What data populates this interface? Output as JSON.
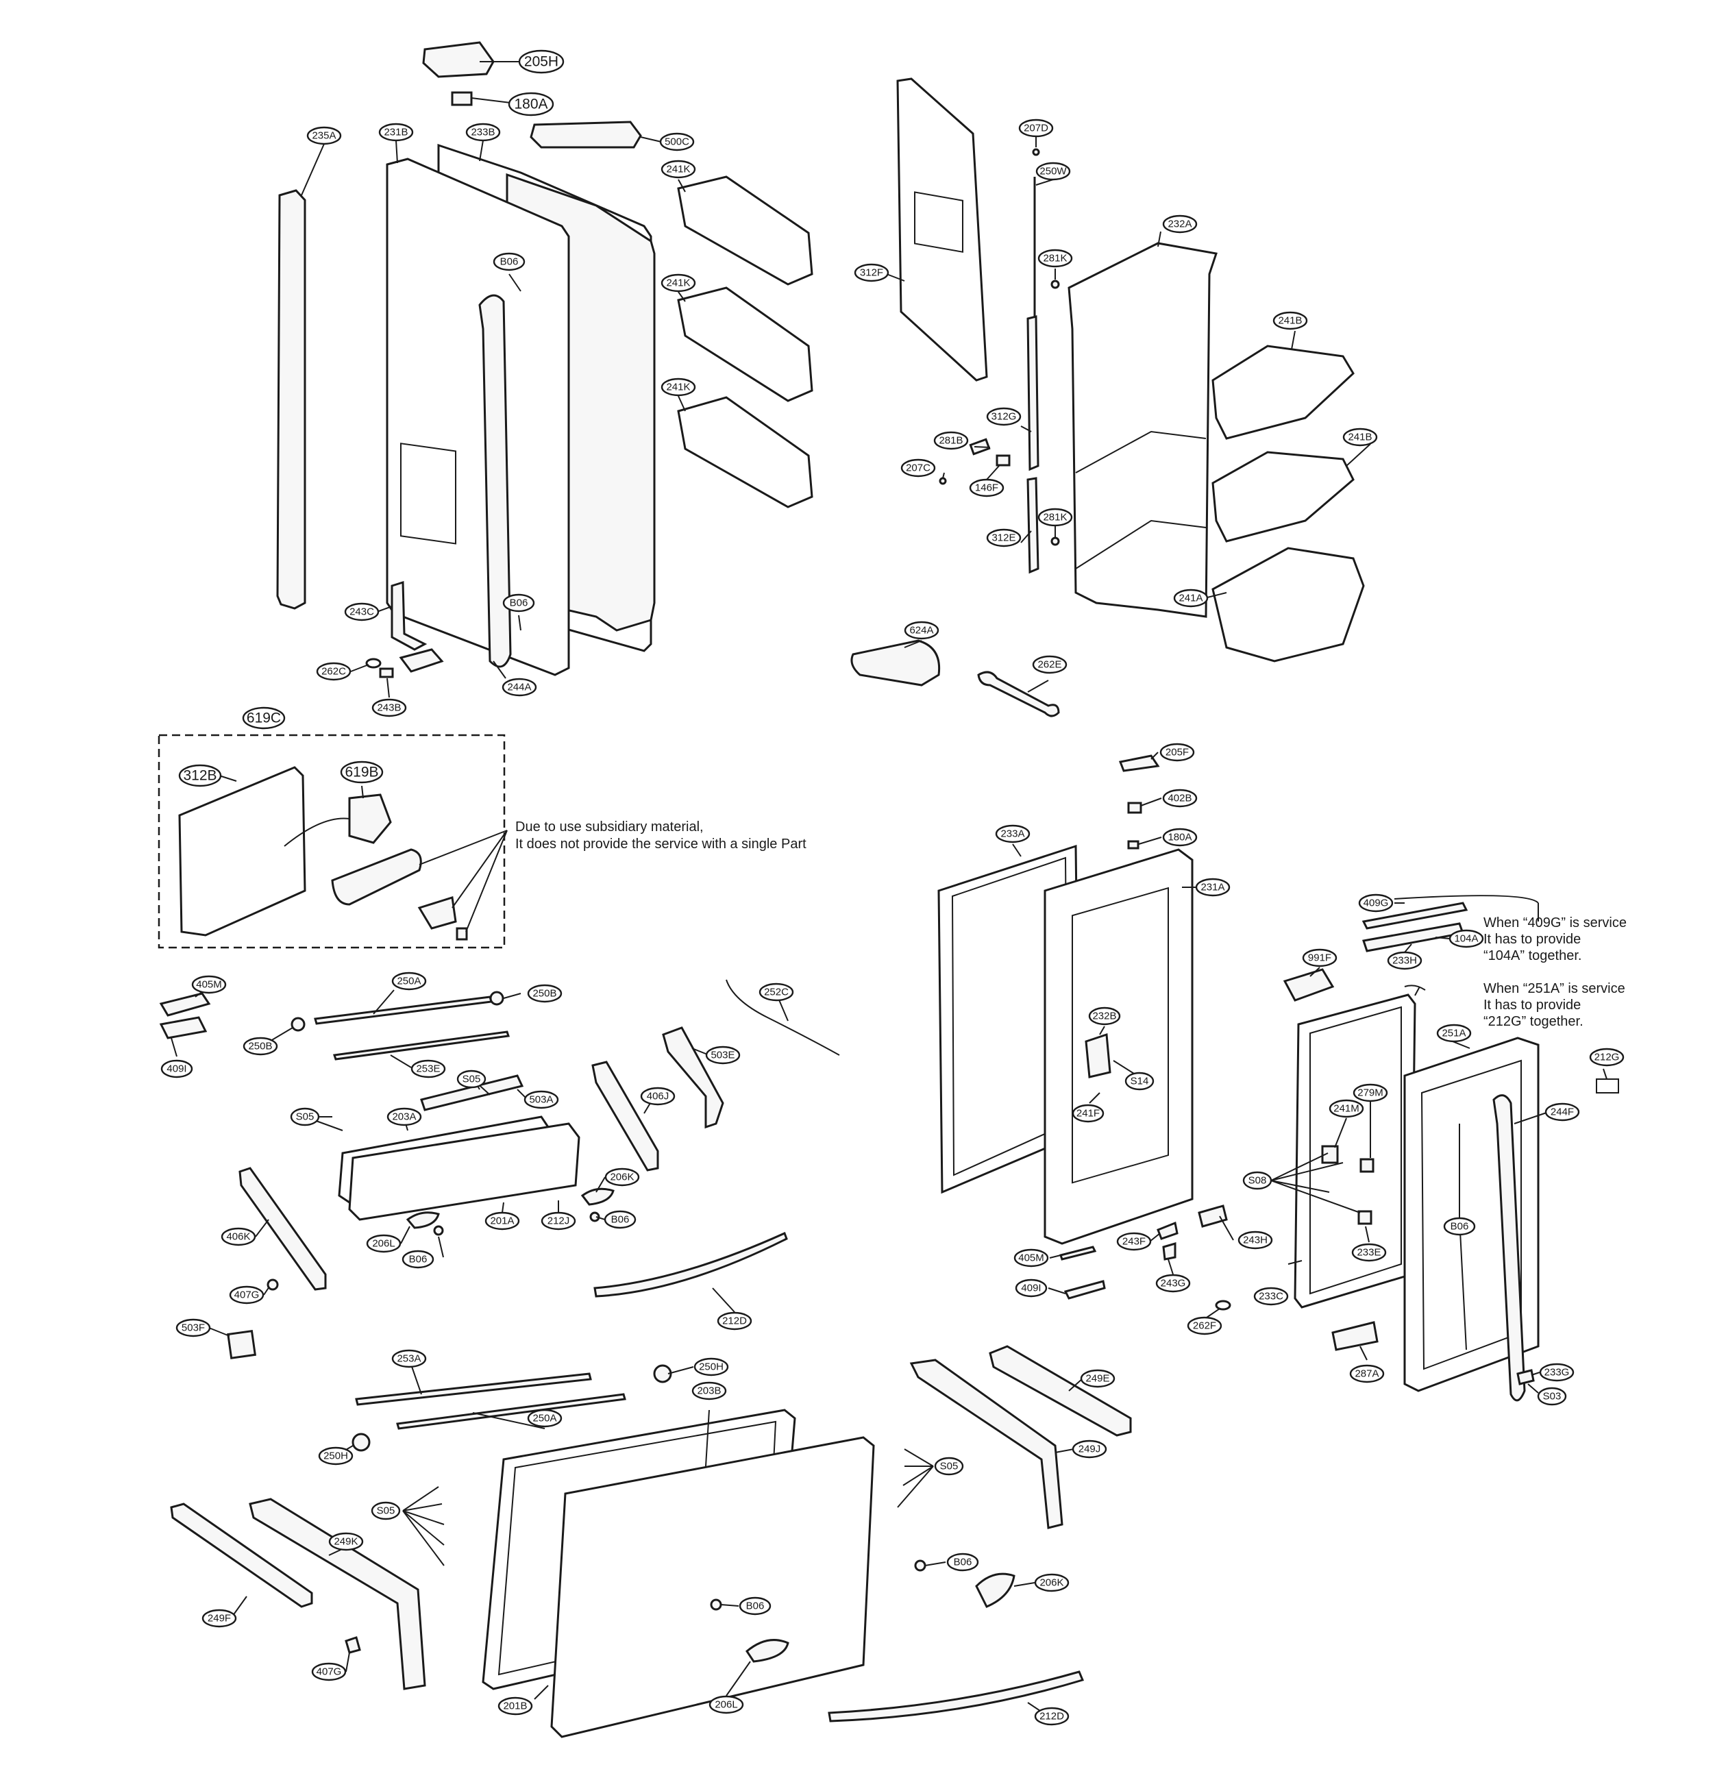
{
  "labels": {
    "205H": "205H",
    "180A": "180A",
    "500C": "500C",
    "235A": "235A",
    "231B": "231B",
    "233B": "233B",
    "241K_1": "241K",
    "241K_2": "241K",
    "241K_3": "241K",
    "B06_1": "B06",
    "B06_2": "B06",
    "243C": "243C",
    "262C": "262C",
    "243B": "243B",
    "244A": "244A",
    "207D": "207D",
    "250W": "250W",
    "281K_1": "281K",
    "281K_2": "281K",
    "312F": "312F",
    "232A": "232A",
    "241B_1": "241B",
    "241B_2": "241B",
    "312G": "312G",
    "281B": "281B",
    "207C": "207C",
    "146F": "146F",
    "312E": "312E",
    "241A": "241A",
    "624A": "624A",
    "262E": "262E",
    "619C": "619C",
    "312B": "312B",
    "619B": "619B",
    "205F": "205F",
    "402B": "402B",
    "180A_2": "180A",
    "233A": "233A",
    "231A": "231A",
    "409G": "409G",
    "104A": "104A",
    "233H": "233H",
    "991F": "991F",
    "232B": "232B",
    "S14": "S14",
    "241F": "241F",
    "251A": "251A",
    "212G": "212G",
    "279M": "279M",
    "241M": "241M",
    "244F": "244F",
    "S08": "S08",
    "B06_3": "B06",
    "233E": "233E",
    "243F": "243F",
    "243H": "243H",
    "405M_2": "405M",
    "409I_2": "409I",
    "243G": "243G",
    "233C": "233C",
    "262F": "262F",
    "287A": "287A",
    "233G": "233G",
    "S03": "S03",
    "405M": "405M",
    "409I": "409I",
    "250A_1": "250A",
    "250B_1": "250B",
    "250B_2": "250B",
    "253E": "253E",
    "252C": "252C",
    "503E": "503E",
    "S05_1": "S05",
    "S05_2": "S05",
    "503A": "503A",
    "203A": "203A",
    "406J": "406J",
    "206K_1": "206K",
    "201A": "201A",
    "212J": "212J",
    "B06_4": "B06",
    "206L_1": "206L",
    "B06_5": "B06",
    "406K": "406K",
    "407G_1": "407G",
    "212D_1": "212D",
    "503F": "503F",
    "253A": "253A",
    "250H_1": "250H",
    "203B": "203B",
    "250A_2": "250A",
    "250H_2": "250H",
    "249E": "249E",
    "249J": "249J",
    "S05_3": "S05",
    "S05_4": "S05",
    "249K": "249K",
    "249F": "249F",
    "407G_2": "407G",
    "B06_6": "B06",
    "206K_2": "206K",
    "B06_7": "B06",
    "201B": "201B",
    "206L_2": "206L",
    "212D_2": "212D"
  },
  "notes": {
    "subsidiary_line1": "Due to use subsidiary material,",
    "subsidiary_line2": "It does not provide the service with a single Part",
    "n409g_line1": "When “409G” is service",
    "n409g_line2": "It has to provide",
    "n409g_line3": "“104A” together.",
    "n251a_line1": "When “251A” is service",
    "n251a_line2": "It has to provide",
    "n251a_line3": "“212G” together."
  }
}
